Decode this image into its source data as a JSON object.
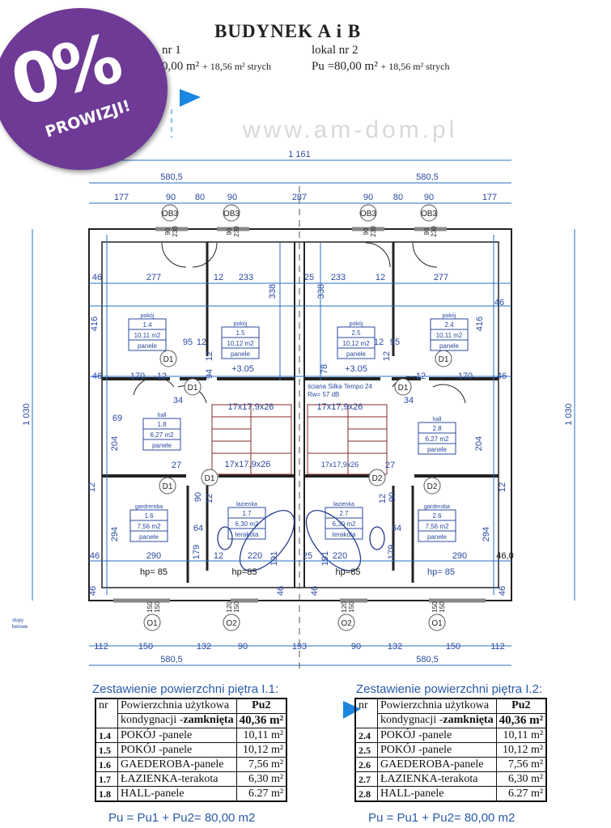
{
  "header": {
    "title": "BUDYNEK  A i B",
    "lokal1": {
      "label": "nr 1",
      "area": "0,00 m²",
      "attic": "+ 18,56 m² strych"
    },
    "lokal2": {
      "label": "lokal nr 2",
      "area": "Pu =80,00 m²",
      "attic": "+ 18,56 m² strych"
    }
  },
  "badge": {
    "percent": "0%",
    "text": "PROWIZJI!",
    "color": "#6e3a96"
  },
  "plan": {
    "overall_width": "1 161",
    "half_width": "580,5",
    "height": "1 030",
    "top_segments": [
      "177",
      "90",
      "80",
      "90",
      "287",
      "90",
      "80",
      "90",
      "177"
    ],
    "bottom_segments": [
      "112",
      "150",
      "132",
      "90",
      "193",
      "90",
      "132",
      "150",
      "112"
    ],
    "windows_top": [
      "OB3",
      "OB3",
      "OB3",
      "OB3"
    ],
    "windows_bottom": [
      "O1",
      "O2",
      "O2",
      "O1"
    ],
    "window_dims_top": [
      "90",
      "230"
    ],
    "window_dims_bottom": [
      "150",
      "150",
      "120",
      "150"
    ],
    "doors": [
      "D1",
      "D1",
      "D1",
      "D1",
      "D1",
      "D1",
      "D2",
      "D2"
    ],
    "dims": [
      "46",
      "277",
      "12",
      "233",
      "25",
      "233",
      "12",
      "277",
      "46",
      "416",
      "338",
      "338",
      "416",
      "95",
      "12",
      "12",
      "95",
      "12",
      "12",
      "+3.05",
      "+3.05",
      "46",
      "170",
      "12",
      "94",
      "78",
      "12",
      "170",
      "46",
      "34",
      "34",
      "69",
      "204",
      "204",
      "27",
      "27",
      "12",
      "12",
      "90",
      "90",
      "12",
      "12",
      "64",
      "64",
      "294",
      "179",
      "179",
      "294",
      "46",
      "290",
      "12",
      "220",
      "191",
      "191",
      "220",
      "25",
      "290",
      "46,0",
      "hp= 85",
      "hp=85",
      "hp=85",
      "hp= 85",
      "46",
      "46",
      "46",
      "46",
      "17x17,9x26",
      "17x17,9x26",
      "17x17,9x26",
      "17x17,9x26"
    ],
    "wall_note": [
      "ściana Silka Tempo 24",
      "Rw= 57 dB"
    ],
    "side_note": [
      "słupy",
      "betowe"
    ],
    "watermark": "www.am-dom.pl",
    "rooms": [
      {
        "type": "pokój",
        "nr": "1.4",
        "area": "10,11 m2",
        "floor": "panele"
      },
      {
        "type": "pokój",
        "nr": "1.5",
        "area": "10,12 m2",
        "floor": "panele"
      },
      {
        "type": "pokój",
        "nr": "2.5",
        "area": "10,12 m2",
        "floor": "panele"
      },
      {
        "type": "pokój",
        "nr": "2.4",
        "area": "10,11 m2",
        "floor": "panele"
      },
      {
        "type": "hall",
        "nr": "1.8",
        "area": "6,27 m2",
        "floor": "panele"
      },
      {
        "type": "hall",
        "nr": "2.8",
        "area": "6,27 m2",
        "floor": "panele"
      },
      {
        "type": "gardreroba",
        "nr": "1.6",
        "area": "7,56 m2",
        "floor": "panele"
      },
      {
        "type": "łazienka",
        "nr": "1.7",
        "area": "6,30 m2",
        "floor": "terakota"
      },
      {
        "type": "łazienka",
        "nr": "2.7",
        "area": "6,30 m2",
        "floor": "terakota"
      },
      {
        "type": "garderoba",
        "nr": "2.6",
        "area": "7,56 m2",
        "floor": "panele"
      }
    ],
    "colors": {
      "dim": "#2a6fc0",
      "wall": "#222",
      "red": "#c0303a",
      "arrow": "#1a86e0"
    }
  },
  "tables": [
    {
      "title": "Zestawienie powierzchni piętra I.1:",
      "head": {
        "nr": "nr",
        "desc1": "Powierzchnia użytkowa",
        "desc2_a": "kondygnacji -",
        "desc2_b": "zamknięta",
        "pu": "Pu2",
        "pu_val": "40,36 m²"
      },
      "rows": [
        [
          "1.4",
          "POKÓJ -panele",
          "10,11 m²"
        ],
        [
          "1.5",
          "POKÓJ -panele",
          "10,12 m²"
        ],
        [
          "1.6",
          "GAEDEROBA-panele",
          "7,56 m²"
        ],
        [
          "1.7",
          "ŁAZIENKA-terakota",
          "6,30 m²"
        ],
        [
          "1.8",
          "HALL-panele",
          "6.27 m²"
        ]
      ],
      "formula": "Pu = Pu1 + Pu2= 80,00 m2"
    },
    {
      "title": "Zestawienie powierzchni piętra I.2:",
      "head": {
        "nr": "nr",
        "desc1": "Powierzchnia użytkowa",
        "desc2_a": "kondygnacji -",
        "desc2_b": "zamknięta",
        "pu": "Pu2",
        "pu_val": "40,36 m²"
      },
      "rows": [
        [
          "2.4",
          "POKÓJ -panele",
          "10,11 m²"
        ],
        [
          "2.5",
          "POKÓJ -panele",
          "10,12 m²"
        ],
        [
          "2.6",
          "GAEDEROBA-panele",
          "7,56 m²"
        ],
        [
          "2.7",
          "ŁAZIENKA-terakota",
          "6,30 m²"
        ],
        [
          "2.8",
          "HALL-panele",
          "6.27 m²"
        ]
      ],
      "formula": "Pu = Pu1 + Pu2= 80,00 m2"
    }
  ]
}
